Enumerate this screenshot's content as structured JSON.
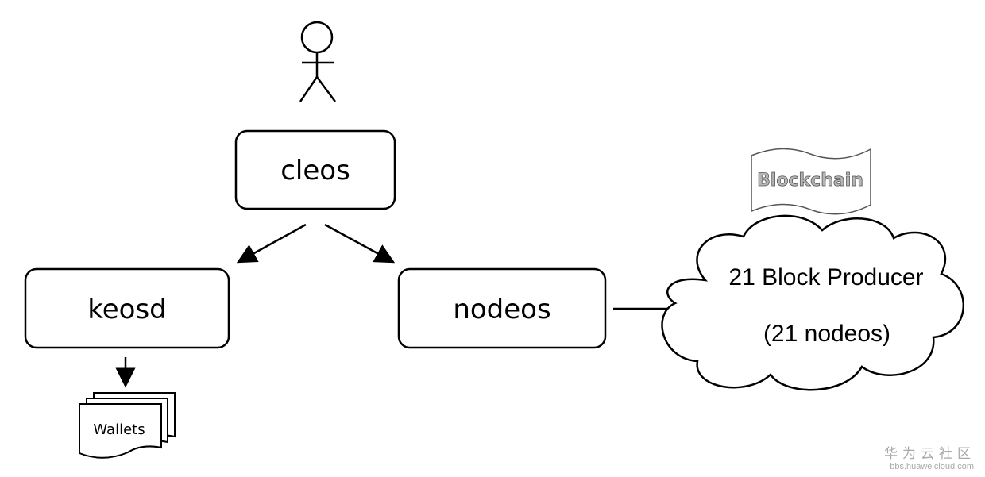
{
  "diagram": {
    "nodes": {
      "cleos": {
        "label": "cleos"
      },
      "keosd": {
        "label": "keosd"
      },
      "nodeos": {
        "label": "nodeos"
      },
      "wallets": {
        "label": "Wallets"
      },
      "blockchain": {
        "label": "Blockchain"
      },
      "producers": {
        "line1": "21 Block Producer",
        "line2": "(21 nodeos)"
      }
    },
    "edges": [
      {
        "from": "cleos",
        "to": "keosd"
      },
      {
        "from": "cleos",
        "to": "nodeos"
      },
      {
        "from": "keosd",
        "to": "wallets"
      },
      {
        "from": "nodeos",
        "to": "producers"
      }
    ]
  },
  "watermark": {
    "site_name": "华为云社区",
    "url": "bbs.huaweicloud.com"
  }
}
